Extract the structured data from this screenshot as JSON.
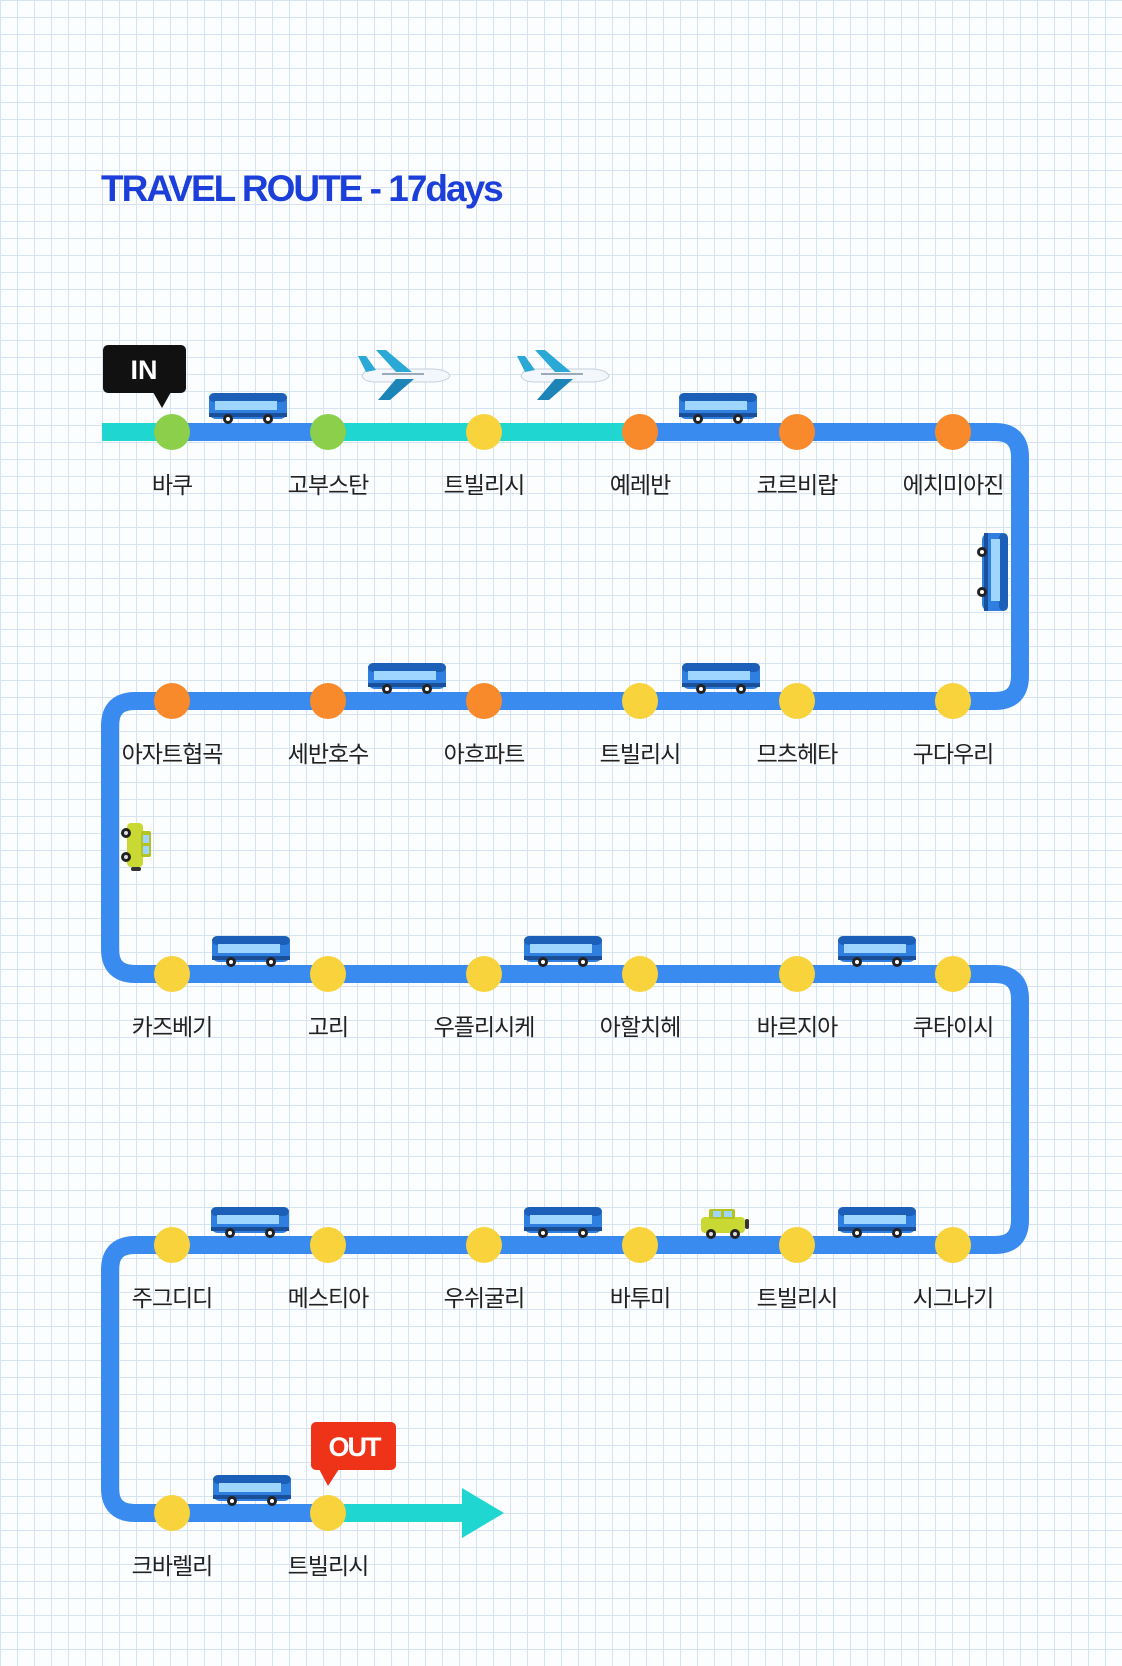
{
  "title": "TRAVEL ROUTE - 17days",
  "markers": {
    "in": "IN",
    "out": "OUT"
  },
  "colors": {
    "title": "#1c3fd9",
    "route_main": "#3a8bf0",
    "route_cyan": "#1fd6d0",
    "stop_green": "#8ccf4a",
    "stop_yellow": "#f9d33c",
    "stop_orange": "#f98a2b",
    "in_tag": "#111111",
    "out_tag": "#ee3318"
  },
  "rows": [
    {
      "stops": [
        {
          "name": "바쿠",
          "color": "green"
        },
        {
          "name": "고부스탄",
          "color": "green"
        },
        {
          "name": "트빌리시",
          "color": "yellow"
        },
        {
          "name": "예레반",
          "color": "orange"
        },
        {
          "name": "코르비랍",
          "color": "orange"
        },
        {
          "name": "에치미아진",
          "color": "orange"
        }
      ]
    },
    {
      "stops": [
        {
          "name": "구다우리",
          "color": "yellow"
        },
        {
          "name": "므츠헤타",
          "color": "yellow"
        },
        {
          "name": "트빌리시",
          "color": "yellow"
        },
        {
          "name": "아흐파트",
          "color": "orange"
        },
        {
          "name": "세반호수",
          "color": "orange"
        },
        {
          "name": "아자트협곡",
          "color": "orange"
        }
      ]
    },
    {
      "stops": [
        {
          "name": "카즈베기",
          "color": "yellow"
        },
        {
          "name": "고리",
          "color": "yellow"
        },
        {
          "name": "우플리시케",
          "color": "yellow"
        },
        {
          "name": "아할치헤",
          "color": "yellow"
        },
        {
          "name": "바르지아",
          "color": "yellow"
        },
        {
          "name": "쿠타이시",
          "color": "yellow"
        }
      ]
    },
    {
      "stops": [
        {
          "name": "시그나기",
          "color": "yellow"
        },
        {
          "name": "트빌리시",
          "color": "yellow"
        },
        {
          "name": "바투미",
          "color": "yellow"
        },
        {
          "name": "우쉬굴리",
          "color": "yellow"
        },
        {
          "name": "메스티아",
          "color": "yellow"
        },
        {
          "name": "주그디디",
          "color": "yellow"
        }
      ]
    },
    {
      "stops": [
        {
          "name": "크바렐리",
          "color": "yellow"
        },
        {
          "name": "트빌리시",
          "color": "yellow"
        }
      ]
    }
  ],
  "vehicles": [
    {
      "type": "bus-icon"
    },
    {
      "type": "airplane-icon"
    },
    {
      "type": "airplane-icon"
    },
    {
      "type": "bus-icon"
    },
    {
      "type": "bus-icon"
    },
    {
      "type": "bus-icon"
    },
    {
      "type": "bus-icon"
    },
    {
      "type": "jeep-icon"
    },
    {
      "type": "bus-icon"
    },
    {
      "type": "bus-icon"
    },
    {
      "type": "bus-icon"
    },
    {
      "type": "bus-icon"
    },
    {
      "type": "bus-icon"
    },
    {
      "type": "jeep-icon"
    },
    {
      "type": "bus-icon"
    },
    {
      "type": "bus-icon"
    }
  ]
}
